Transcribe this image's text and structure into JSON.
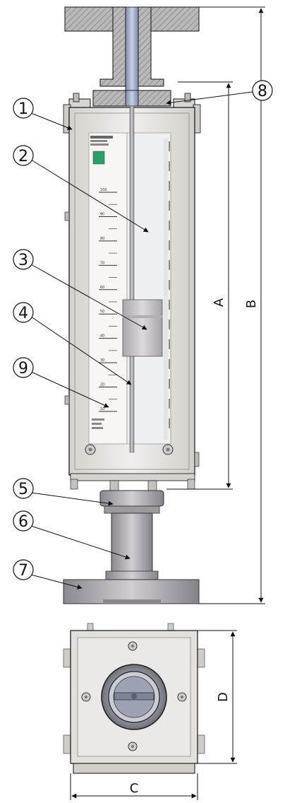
{
  "callouts": [
    "1",
    "2",
    "3",
    "4",
    "5",
    "6",
    "7",
    "8",
    "9"
  ],
  "dimensions": {
    "a": "A",
    "b": "B",
    "c": "C",
    "d": "D"
  },
  "scale_labels": [
    "100",
    "90",
    "80",
    "70",
    "60",
    "50",
    "40",
    "30",
    "20",
    "10"
  ],
  "colors": {
    "outline": "#111111",
    "hatch": "#8a8a8a",
    "frame": "#e6e3df",
    "steel": "#a6a3a8",
    "glass": "#eef0f2",
    "float": "#c2c0c2",
    "label_green": "#2e9d6b",
    "pipe_blue": "#9ea9c7"
  }
}
